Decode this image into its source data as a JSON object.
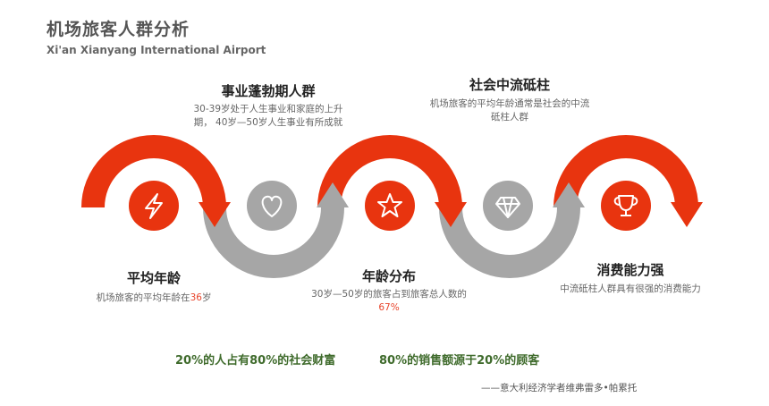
{
  "header": {
    "title": "机场旅客人群分析",
    "subtitle": "Xi'an Xianyang International Airport"
  },
  "colors": {
    "red": "#e8340f",
    "gray": "#a6a6a6",
    "quote_green": "#3f6b2c"
  },
  "steps": [
    {
      "heading": "平均年龄",
      "desc_prefix": "机场旅客的平均年龄在",
      "desc_highlight": "36",
      "desc_suffix": "岁",
      "icon": "lightning-icon"
    },
    {
      "heading": "事业蓬勃期人群",
      "desc": "30-39岁处于人生事业和家庭的上升期， 40岁—50岁人生事业有所成就",
      "icon": "heart-icon"
    },
    {
      "heading": "年龄分布",
      "desc_prefix": "30岁—50岁的旅客占到旅客总人数的",
      "desc_highlight": "67%",
      "desc_suffix": "",
      "icon": "star-icon"
    },
    {
      "heading": "社会中流砥柱",
      "desc": "机场旅客的平均年龄通常是社会的中流砥柱人群",
      "icon": "diamond-icon"
    },
    {
      "heading": "消费能力强",
      "desc": "中流砥柱人群具有很强的消费能力",
      "icon": "trophy-icon"
    }
  ],
  "quote": {
    "left": "20%的人占有80%的社会财富",
    "right": "80%的销售额源于20%的顾客",
    "author": "——意大利经济学者维弗雷多•帕累托"
  }
}
